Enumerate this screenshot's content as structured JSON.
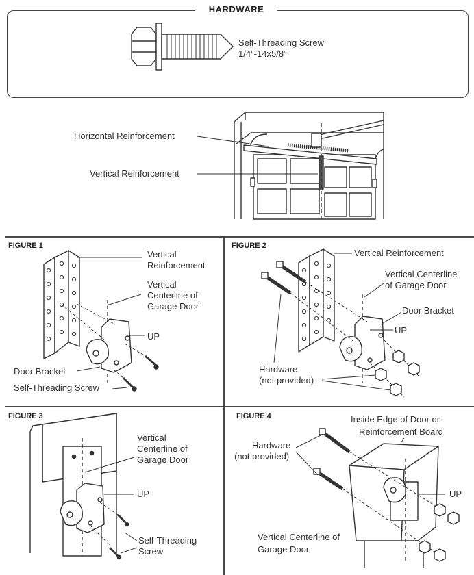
{
  "hardware": {
    "title": "HARDWARE",
    "screw_name": "Self-Threading Screw",
    "screw_size": "1/4\"-14x5/8\""
  },
  "overview": {
    "horizontal_label": "Horizontal Reinforcement",
    "vertical_label": "Vertical Reinforcement"
  },
  "figure1": {
    "title": "FIGURE 1",
    "vertical_reinforcement": [
      "Vertical",
      "Reinforcement"
    ],
    "centerline": [
      "Vertical",
      "Centerline of",
      "Garage Door"
    ],
    "up": "UP",
    "door_bracket": "Door Bracket",
    "screw": "Self-Threading Screw"
  },
  "figure2": {
    "title": "FIGURE 2",
    "vertical_reinforcement": "Vertical Reinforcement",
    "centerline": [
      "Vertical Centerline",
      "of Garage Door"
    ],
    "door_bracket": "Door Bracket",
    "up": "UP",
    "hardware": [
      "Hardware",
      "(not provided)"
    ]
  },
  "figure3": {
    "title": "FIGURE 3",
    "centerline": [
      "Vertical",
      "Centerline of",
      "Garage Door"
    ],
    "up": "UP",
    "screw": [
      "Self-Threading",
      "Screw"
    ]
  },
  "figure4": {
    "title": "FIGURE 4",
    "inside_edge": [
      "Inside Edge of Door or",
      "Reinforcement Board"
    ],
    "hardware": [
      "Hardware",
      "(not provided)"
    ],
    "up": "UP",
    "centerline": [
      "Vertical Centerline of",
      "Garage Door"
    ]
  }
}
